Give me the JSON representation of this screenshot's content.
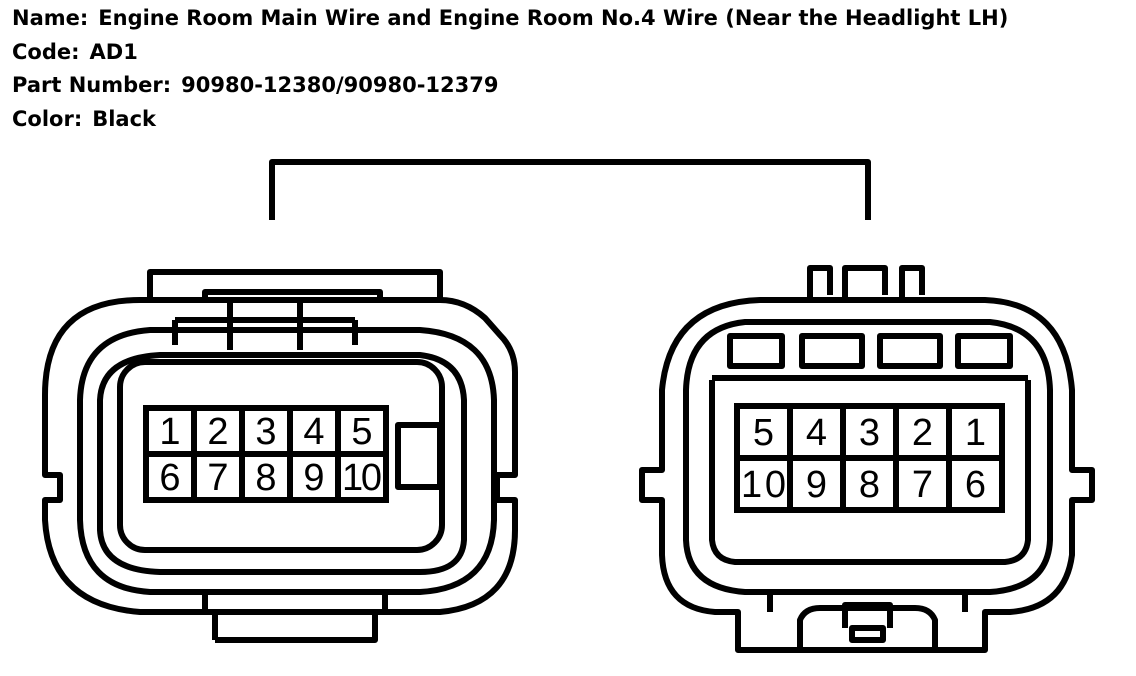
{
  "info": {
    "name_label": "Name:",
    "name_value": "Engine Room Main Wire and Engine Room No.4 Wire (Near the Headlight LH)",
    "code_label": "Code:",
    "code_value": "AD1",
    "part_label": "Part Number:",
    "part_value": "90980-12380/90980-12379",
    "color_label": "Color:",
    "color_value": "Black"
  },
  "connectors": {
    "left": {
      "top_row": [
        "1",
        "2",
        "3",
        "4",
        "5"
      ],
      "bottom_row": [
        "6",
        "7",
        "8",
        "9",
        "10"
      ]
    },
    "right": {
      "top_row": [
        "5",
        "4",
        "3",
        "2",
        "1"
      ],
      "bottom_row": [
        "10",
        "9",
        "8",
        "7",
        "6"
      ]
    }
  },
  "colors": {
    "line": "#000000",
    "background": "#ffffff"
  }
}
